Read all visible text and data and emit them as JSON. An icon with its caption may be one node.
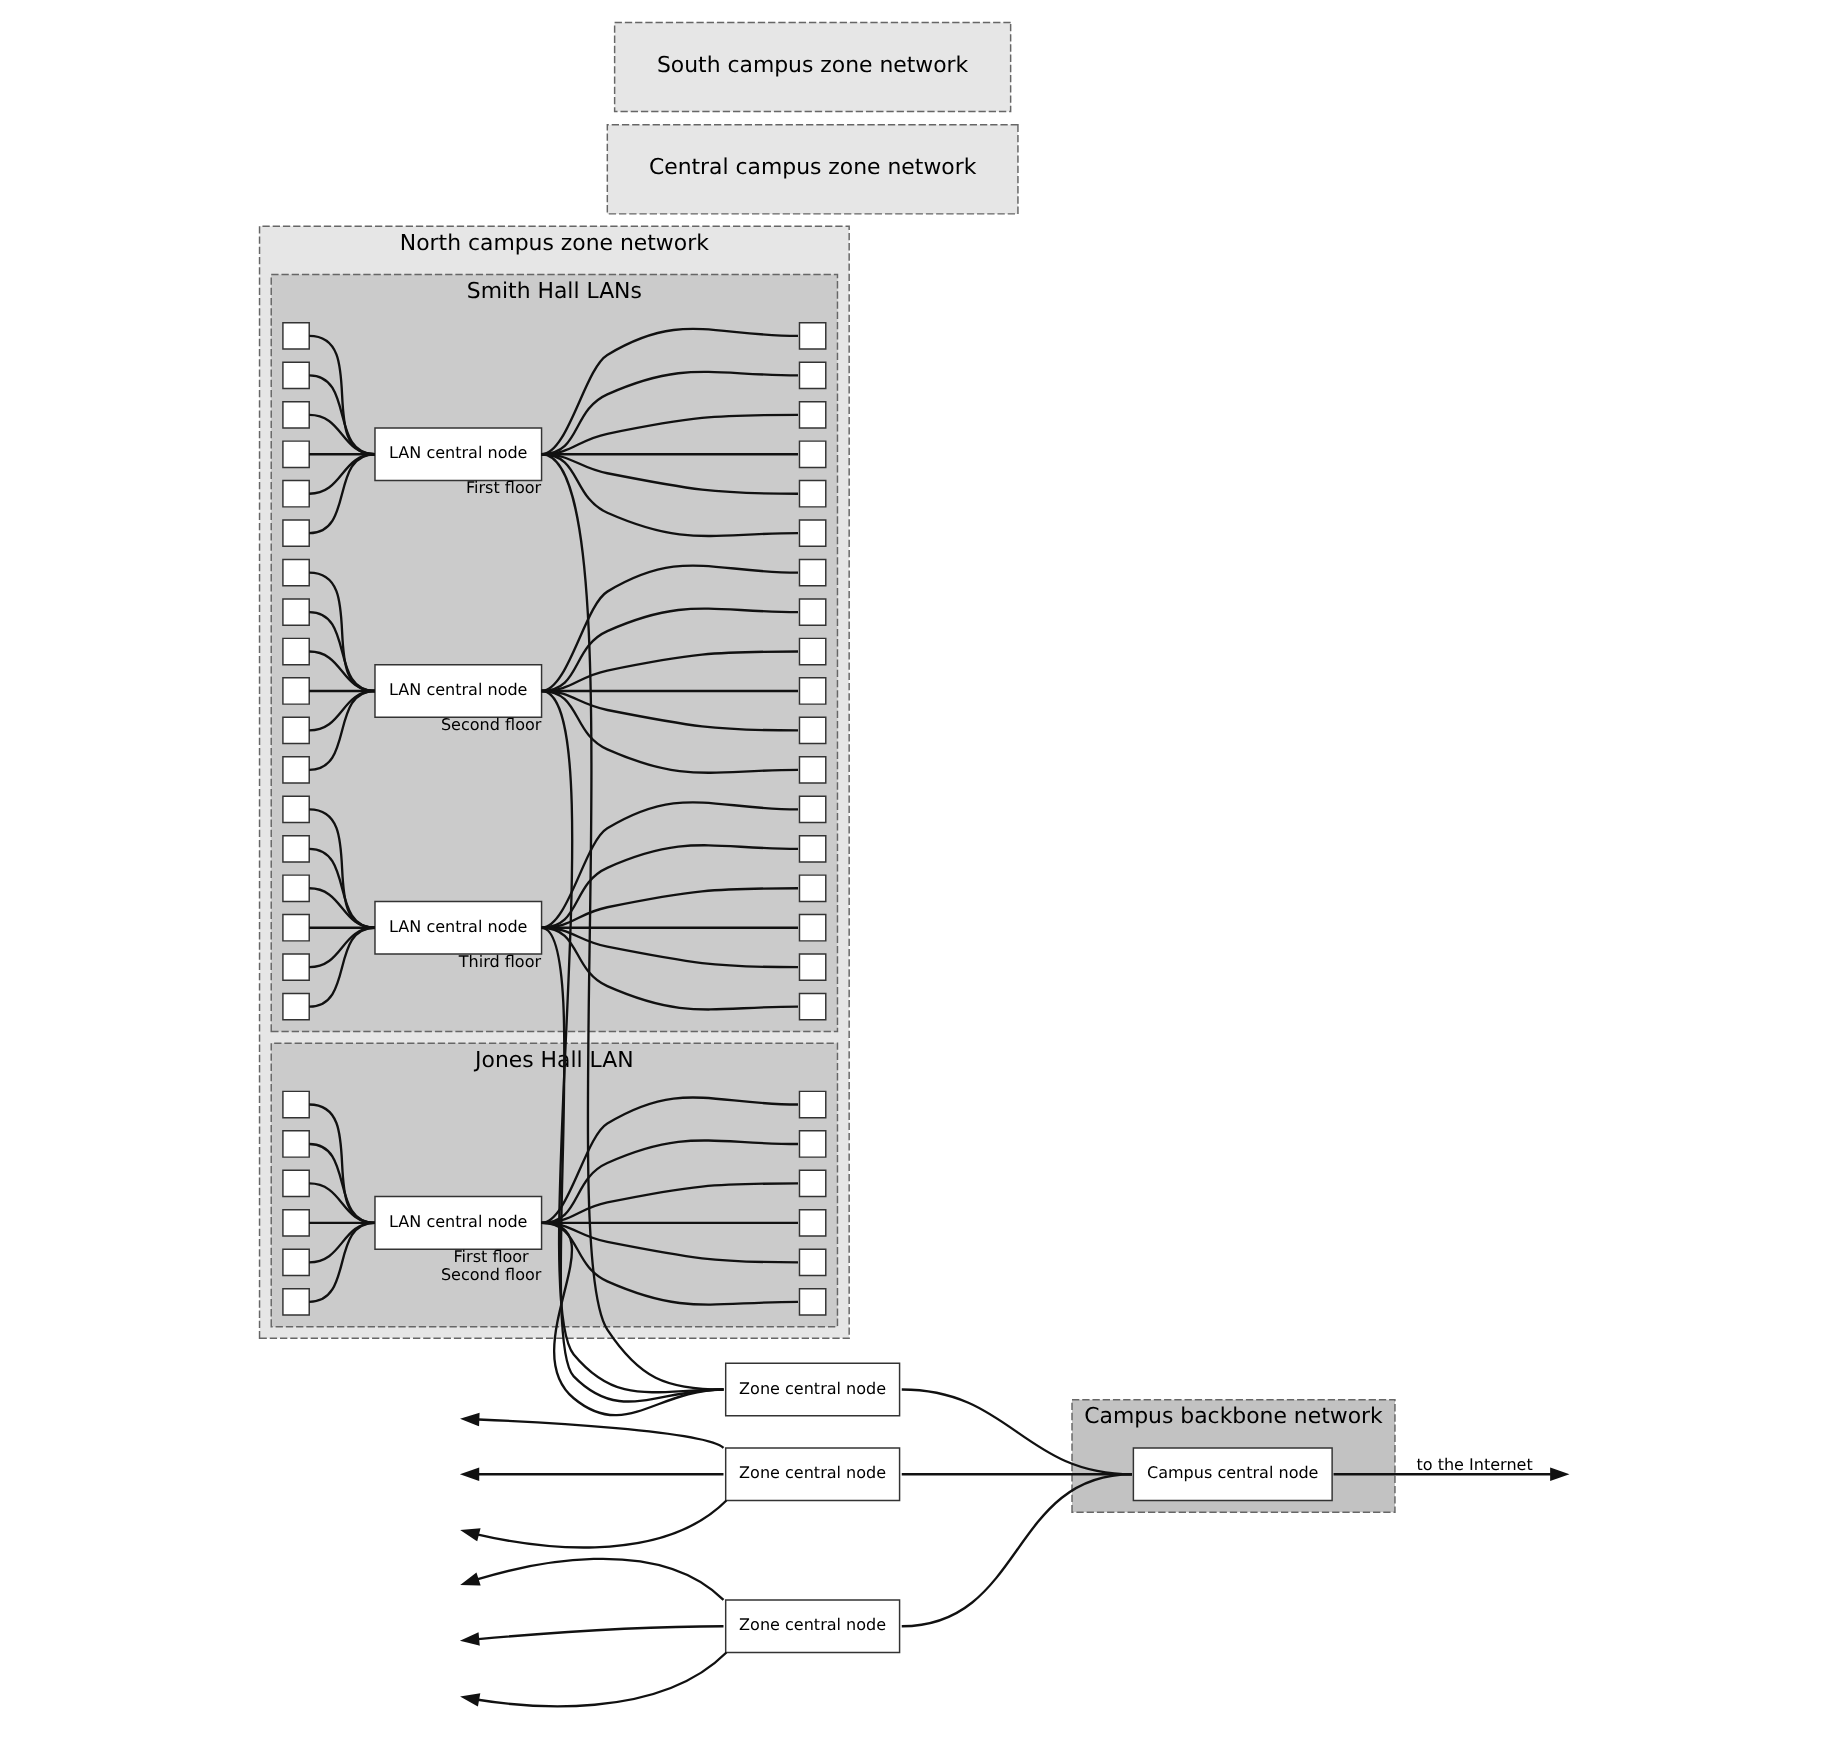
{
  "diagram": {
    "nodes": [
      {
        "text": [
          "North campus zone network"
        ]
      },
      {
        "text": [
          "Smith Hall LANs"
        ],
        "in": 0
      },
      {
        "text": [
          "Jones Hall LAN"
        ],
        "in": 0
      },
      {
        "text": [],
        "shape": "box",
        "in": 1
      },
      {
        "text": [],
        "shape": "box",
        "in": 1
      },
      {
        "text": [],
        "shape": "box",
        "in": 1
      },
      {
        "text": [],
        "shape": "box",
        "in": 1
      },
      {
        "text": [],
        "shape": "box",
        "in": 1
      },
      {
        "text": [],
        "shape": "box",
        "in": 1
      },
      {
        "text": [
          "LAN central node"
        ],
        "beside": [
          "First floor"
        ],
        "in": 1
      },
      {
        "text": [],
        "shape": "box",
        "in": 1
      },
      {
        "text": [],
        "shape": "box",
        "in": 1
      },
      {
        "text": [],
        "shape": "box",
        "in": 1
      },
      {
        "text": [],
        "shape": "box",
        "in": 1
      },
      {
        "text": [],
        "shape": "box",
        "in": 1
      },
      {
        "text": [],
        "shape": "box",
        "in": 1
      },
      {
        "text": [],
        "shape": "box",
        "in": 1
      },
      {
        "text": [],
        "shape": "box",
        "in": 1
      },
      {
        "text": [],
        "shape": "box",
        "in": 1
      },
      {
        "text": [],
        "shape": "box",
        "in": 1
      },
      {
        "text": [],
        "shape": "box",
        "in": 1
      },
      {
        "text": [],
        "shape": "box",
        "in": 1
      },
      {
        "text": [
          "LAN central node"
        ],
        "beside": [
          "Second floor"
        ],
        "in": 1
      },
      {
        "text": [],
        "shape": "box",
        "in": 1
      },
      {
        "text": [],
        "shape": "box",
        "in": 1
      },
      {
        "text": [],
        "shape": "box",
        "in": 1
      },
      {
        "text": [],
        "shape": "box",
        "in": 1
      },
      {
        "text": [],
        "shape": "box",
        "in": 1
      },
      {
        "text": [],
        "shape": "box",
        "in": 1
      },
      {
        "text": [],
        "shape": "box",
        "in": 1
      },
      {
        "text": [],
        "shape": "box",
        "in": 1
      },
      {
        "text": [],
        "shape": "box",
        "in": 1
      },
      {
        "text": [],
        "shape": "box",
        "in": 1
      },
      {
        "text": [],
        "shape": "box",
        "in": 1
      },
      {
        "text": [],
        "shape": "box",
        "in": 1
      },
      {
        "text": [
          "LAN central node"
        ],
        "beside": [
          "Third floor"
        ],
        "in": 1
      },
      {
        "text": [],
        "shape": "box",
        "in": 1
      },
      {
        "text": [],
        "shape": "box",
        "in": 1
      },
      {
        "text": [],
        "shape": "box",
        "in": 1
      },
      {
        "text": [],
        "shape": "box",
        "in": 1
      },
      {
        "text": [],
        "shape": "box",
        "in": 1
      },
      {
        "text": [],
        "shape": "box",
        "in": 1
      },
      {
        "text": [],
        "shape": "box",
        "in": 2
      },
      {
        "text": [],
        "shape": "box",
        "in": 2
      },
      {
        "text": [],
        "shape": "box",
        "in": 2
      },
      {
        "text": [],
        "shape": "box",
        "in": 2
      },
      {
        "text": [],
        "shape": "box",
        "in": 2
      },
      {
        "text": [],
        "shape": "box",
        "in": 2
      },
      {
        "text": [
          "LAN central node"
        ],
        "beside": [
          "First floor",
          "Second floor"
        ],
        "in": 2
      },
      {
        "text": [],
        "shape": "box",
        "in": 2
      },
      {
        "text": [],
        "shape": "box",
        "in": 2
      },
      {
        "text": [],
        "shape": "box",
        "in": 2
      },
      {
        "text": [],
        "shape": "box",
        "in": 2
      },
      {
        "text": [],
        "shape": "box",
        "in": 2
      },
      {
        "text": [],
        "shape": "box",
        "in": 2
      },
      {
        "text": [
          "Campus backbone network"
        ]
      },
      {
        "text": [
          "Zone central node"
        ]
      },
      {
        "text": [
          "Central campus zone network"
        ]
      },
      {
        "text": [
          "Zone central node"
        ]
      },
      {
        "text": [
          "South campus zone network"
        ]
      },
      {
        "text": [
          "Zone central node"
        ]
      },
      {
        "text": [
          "Campus central node"
        ],
        "in": 55
      }
    ],
    "edges": [
      {
        "from": 3,
        "to": 9,
        "arrow": "none"
      },
      {
        "from": 4,
        "to": 9,
        "arrow": "none"
      },
      {
        "from": 5,
        "to": 9,
        "arrow": "none"
      },
      {
        "from": 6,
        "to": 9,
        "arrow": "none"
      },
      {
        "from": 7,
        "to": 9,
        "arrow": "none"
      },
      {
        "from": 8,
        "to": 9,
        "arrow": "none"
      },
      {
        "from": 9,
        "to": 10,
        "arrow": "none"
      },
      {
        "from": 9,
        "to": 11,
        "arrow": "none"
      },
      {
        "from": 9,
        "to": 12,
        "arrow": "none"
      },
      {
        "from": 9,
        "to": 13,
        "arrow": "none"
      },
      {
        "from": 9,
        "to": 14,
        "arrow": "none"
      },
      {
        "from": 9,
        "to": 15,
        "arrow": "none"
      },
      {
        "from": 16,
        "to": 22,
        "arrow": "none"
      },
      {
        "from": 17,
        "to": 22,
        "arrow": "none"
      },
      {
        "from": 18,
        "to": 22,
        "arrow": "none"
      },
      {
        "from": 19,
        "to": 22,
        "arrow": "none"
      },
      {
        "from": 20,
        "to": 22,
        "arrow": "none"
      },
      {
        "from": 21,
        "to": 22,
        "arrow": "none"
      },
      {
        "from": 22,
        "to": 23,
        "arrow": "none"
      },
      {
        "from": 22,
        "to": 24,
        "arrow": "none"
      },
      {
        "from": 22,
        "to": 25,
        "arrow": "none"
      },
      {
        "from": 22,
        "to": 26,
        "arrow": "none"
      },
      {
        "from": 22,
        "to": 27,
        "arrow": "none"
      },
      {
        "from": 22,
        "to": 28,
        "arrow": "none"
      },
      {
        "from": 29,
        "to": 35,
        "arrow": "none"
      },
      {
        "from": 30,
        "to": 35,
        "arrow": "none"
      },
      {
        "from": 31,
        "to": 35,
        "arrow": "none"
      },
      {
        "from": 32,
        "to": 35,
        "arrow": "none"
      },
      {
        "from": 33,
        "to": 35,
        "arrow": "none"
      },
      {
        "from": 34,
        "to": 35,
        "arrow": "none"
      },
      {
        "from": 35,
        "to": 36,
        "arrow": "none"
      },
      {
        "from": 35,
        "to": 37,
        "arrow": "none"
      },
      {
        "from": 35,
        "to": 38,
        "arrow": "none"
      },
      {
        "from": 35,
        "to": 39,
        "arrow": "none"
      },
      {
        "from": 35,
        "to": 40,
        "arrow": "none"
      },
      {
        "from": 35,
        "to": 41,
        "arrow": "none"
      },
      {
        "from": 42,
        "to": 48,
        "arrow": "none"
      },
      {
        "from": 43,
        "to": 48,
        "arrow": "none"
      },
      {
        "from": 44,
        "to": 48,
        "arrow": "none"
      },
      {
        "from": 45,
        "to": 48,
        "arrow": "none"
      },
      {
        "from": 46,
        "to": 48,
        "arrow": "none"
      },
      {
        "from": 47,
        "to": 48,
        "arrow": "none"
      },
      {
        "from": 48,
        "to": 49,
        "arrow": "none"
      },
      {
        "from": 48,
        "to": 50,
        "arrow": "none"
      },
      {
        "from": 48,
        "to": 51,
        "arrow": "none"
      },
      {
        "from": 48,
        "to": 52,
        "arrow": "none"
      },
      {
        "from": 48,
        "to": 53,
        "arrow": "none"
      },
      {
        "from": 48,
        "to": 54,
        "arrow": "none"
      },
      {
        "from": 9,
        "to": 56,
        "arrow": "none"
      },
      {
        "from": 48,
        "to": 56,
        "arrow": "none"
      },
      {
        "from": 22,
        "to": 56,
        "arrow": "none"
      },
      {
        "from": 35,
        "to": 56,
        "arrow": "none"
      },
      {
        "from": 56,
        "to": 61,
        "arrow": "none"
      },
      {
        "from": 58,
        "to": 61,
        "arrow": "none"
      },
      {
        "from": 60,
        "to": 61,
        "arrow": "none"
      },
      {
        "from": 58,
        "to": null,
        "arrow": "to"
      },
      {
        "from": 58,
        "to": null,
        "arrow": "to"
      },
      {
        "from": 58,
        "to": null,
        "arrow": "to"
      },
      {
        "from": 60,
        "to": null,
        "arrow": "to"
      },
      {
        "from": 60,
        "to": null,
        "arrow": "to"
      },
      {
        "from": 60,
        "to": null,
        "arrow": "to"
      },
      {
        "from": 61,
        "to": null,
        "arrow": "to",
        "label": "to the Internet"
      }
    ]
  }
}
